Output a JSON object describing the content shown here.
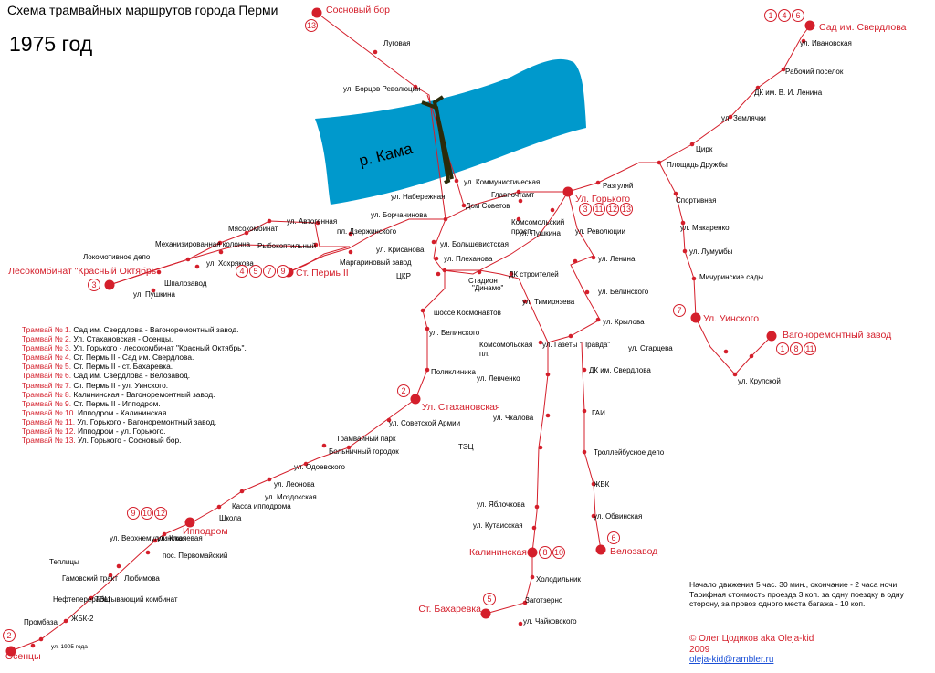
{
  "title": "Схема трамвайных маршрутов города Перми",
  "year": "1975 год",
  "river": "р. Кама",
  "colors": {
    "route": "#d41f2b",
    "river": "#0099cc",
    "stop": "#d41f2b",
    "text": "#000000"
  },
  "terminals": [
    "Сосновый бор",
    "Сад им. Свердлова",
    "Ул. Горького",
    "Лесокомбинат \"Красный Октябрь\"",
    "Ст. Пермь II",
    "Ул. Уинского",
    "Вагоноремонтный завод",
    "Ул. Стахановская",
    "Ипподром",
    "Калининская",
    "Велозавод",
    "Ст. Бахаревка",
    "Осенцы"
  ],
  "route_badges": {
    "sosnovy_bor": [
      "13"
    ],
    "sad_sverdlova": [
      "1",
      "4",
      "6"
    ],
    "gorkogo": [
      "3",
      "11",
      "12",
      "13"
    ],
    "lesokombinat": [
      "3"
    ],
    "perm2": [
      "4",
      "5",
      "7",
      "9"
    ],
    "uinskogo": [
      "7"
    ],
    "vagonoremont": [
      "1",
      "8",
      "11"
    ],
    "stakhanovskaya": [
      "2"
    ],
    "ippodrom": [
      "9",
      "10",
      "12"
    ],
    "kalininskaya": [
      "8",
      "10"
    ],
    "velozavod": [
      "6"
    ],
    "bakharevka": [
      "5"
    ],
    "osentsy": [
      "2"
    ]
  },
  "stops": [
    "Луговая",
    "ул. Борцов Революции",
    "ул. Набережная",
    "ул. Коммунистическая",
    "Главпочтамт",
    "Дом Советов",
    "Разгуляй",
    "ул. Борчанинова",
    "Комсомольский просп.",
    "ул. Пушкина",
    "ул. Революции",
    "ул. Ленина",
    "ул. Большевистская",
    "ул. Плеханова",
    "ул. Крисанова",
    "пл. Дзержинского",
    "ул. Автогенная",
    "Мясокомбинат",
    "Рыбокоптильный",
    "Механизированная колонна",
    "Локомотивное депо",
    "ул. Хохрякова",
    "Маргариновый завод",
    "Шпалозавод",
    "ул. Пушкина",
    "ЦКР",
    "Стадион \"Динамо\"",
    "ДК строителей",
    "ул. Тимирязева",
    "ул. Белинского",
    "ул. Крылова",
    "шоссе Космонавтов",
    "ул. Белинского",
    "Комсомольская пл.",
    "ул. Газеты \"Правда\"",
    "ДК им. Свердлова",
    "ул. Левченко",
    "Поликлиника",
    "ул. Чкалова",
    "ГАИ",
    "Троллейбусное депо",
    "ТЭЦ",
    "ЖБК",
    "ул. Обвинская",
    "ул. Яблочкова",
    "ул. Кутаисская",
    "Холодильник",
    "Заготзерно",
    "ул. Чайковского",
    "ул. Советской Армии",
    "Трамвайный парк",
    "Больничный городок",
    "ул. Одоевского",
    "ул. Леонова",
    "ул. Моздокская",
    "Касса ипподрома",
    "Школа",
    "ул. Ключевая",
    "ул. Верхнемуллинская",
    "пос. Первомайский",
    "Теплицы",
    "Любимова",
    "Гамовский тракт",
    "ТЭЦ",
    "Нефтеперерабатывающий комбинат",
    "ЖБК-2",
    "Промбаза",
    "ул. 1905 года",
    "ул. Ивановская",
    "Рабочий поселок",
    "ДК им. В. И. Ленина",
    "ул. Землячки",
    "Цирк",
    "Площадь Дружбы",
    "Спортивная",
    "ул. Макаренко",
    "ул. Лумумбы",
    "Мичуринские сады",
    "ул. Старцева",
    "ул. Крупской"
  ],
  "legend": [
    {
      "num": "Трамвай № 1.",
      "text": " Сад им. Свердлова - Вагоноремонтный завод."
    },
    {
      "num": "Трамвай № 2.",
      "text": " Ул. Стахановская - Осенцы."
    },
    {
      "num": "Трамвай № 3.",
      "text": " Ул. Горького - лесокомбинат \"Красный Октябрь\"."
    },
    {
      "num": "Трамвай № 4.",
      "text": " Ст. Пермь II - Сад им. Свердлова."
    },
    {
      "num": "Трамвай № 5.",
      "text": " Ст. Пермь II - ст. Бахаревка."
    },
    {
      "num": "Трамвай № 6.",
      "text": " Сад им. Свердлова - Велозавод."
    },
    {
      "num": "Трамвай № 7.",
      "text": " Ст. Пермь II - ул. Уинского."
    },
    {
      "num": "Трамвай № 8.",
      "text": " Калининская - Вагоноремонтный завод."
    },
    {
      "num": "Трамвай № 9.",
      "text": " Ст. Пермь II - Ипподром."
    },
    {
      "num": "Трамвай № 10.",
      "text": " Ипподром - Калининская."
    },
    {
      "num": "Трамвай № 11.",
      "text": " Ул. Горького - Вагоноремонтный завод."
    },
    {
      "num": "Трамвай № 12.",
      "text": " Ипподром - ул. Горького."
    },
    {
      "num": "Трамвай № 13.",
      "text": " Ул. Горького - Сосновый бор."
    }
  ],
  "notes": [
    "Начало движения 5 час. 30 мин., окончание - 2 часа ночи.",
    "Тарифная стоимость проезда 3 коп. за одну поездку в одну сторону, за провоз одного места багажа - 10 коп."
  ],
  "credit": {
    "author": "© Олег Цодиков aka Oleja-kid",
    "year": "2009",
    "email": "oleja-kid@rambler.ru"
  }
}
